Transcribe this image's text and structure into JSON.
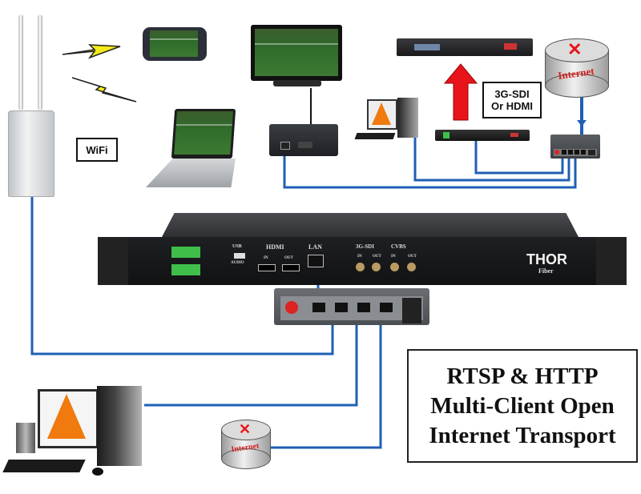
{
  "diagram": {
    "title_lines": [
      "RTSP & HTTP",
      "Multi-Client Open",
      "Internet Transport"
    ],
    "labels": {
      "wifi": "WiFi",
      "sdi_or_hdmi_line1": "3G-SDI",
      "sdi_or_hdmi_line2": "Or HDMI",
      "internet_top": "Internet",
      "internet_bottom": "Internet"
    },
    "main_unit": {
      "brand": "THOR",
      "brand_sub": "Fiber",
      "ports": {
        "usb": "USB",
        "audio": "AUDIO",
        "hdmi": "HDMI",
        "hdmi_in": "IN",
        "hdmi_out": "OUT",
        "lan": "LAN",
        "sdi": "3G-SDI",
        "sdi_in": "IN",
        "sdi_out": "OUT",
        "cvbs": "CVBS",
        "cvbs_in": "IN",
        "cvbs_out": "OUT"
      }
    },
    "nodes": [
      "wifi-access-point",
      "smartphone",
      "laptop",
      "tv-monitor",
      "decoder-box",
      "vlc-desktop-top",
      "rack-receiver-top",
      "rack-encoder-small",
      "network-switch-top",
      "internet-router-top",
      "main-encoder",
      "network-switch-main",
      "vlc-desktop-bottom",
      "internet-router-bottom"
    ],
    "colors": {
      "cable": "#1f5fb4",
      "arrow": "#e8141a",
      "lightning": "#f4ea1a",
      "device_dark": "#2a2d33",
      "connector_green": "#3fbf4a"
    }
  }
}
